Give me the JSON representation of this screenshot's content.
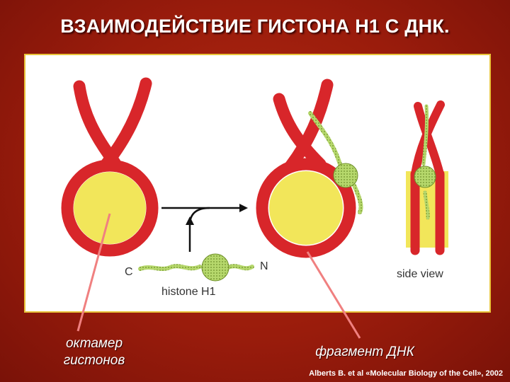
{
  "title": "ВЗАИМОДЕЙСТВИЕ ГИСТОНА Н1 С ДНК.",
  "figure": {
    "label_c": "C",
    "label_n": "N",
    "label_histone": "histone H1",
    "label_side_view": "side view"
  },
  "annotations": {
    "octamer_line1": "октамер",
    "octamer_line2": "гистонов",
    "fragment": "фрагмент ДНК"
  },
  "citation": "Alberts B. et al «Molecular Biology of the Cell», 2002",
  "colors": {
    "background": "#9a1c0c",
    "dna": "#d8262a",
    "octamer": "#f2e65a",
    "histone_h1": "#a8cf5e",
    "panel_border": "#e8c33a",
    "pointer_line": "#f08080"
  }
}
